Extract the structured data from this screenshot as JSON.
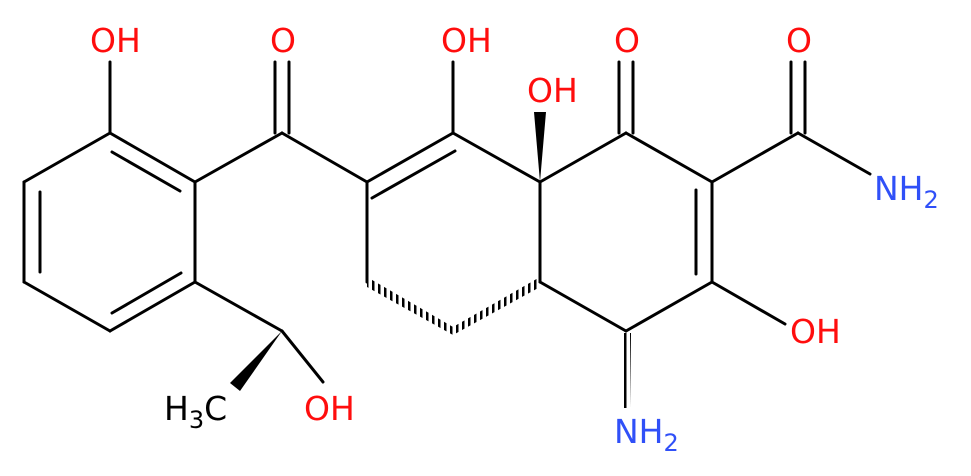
{
  "colors": {
    "bond": "#000000",
    "oxygen": "#ff0d0d",
    "nitrogen": "#3050f8",
    "carbon": "#000000",
    "background": "#ffffff"
  },
  "labels": {
    "oh_top_left": "OH",
    "o_top_ketone": "O",
    "oh_top_center": "OH",
    "oh_ring_junction": "OH",
    "o_top_right_ketone": "O",
    "o_amide": "O",
    "nh2_amide": "NH",
    "nh2_amide_sub": "2",
    "oh_right_enol": "OH",
    "nh2_bottom": "NH",
    "nh2_bottom_sub": "2",
    "oh_bottom": "OH",
    "ch3": "H",
    "ch3_sub": "3",
    "ch3_c": "C"
  }
}
